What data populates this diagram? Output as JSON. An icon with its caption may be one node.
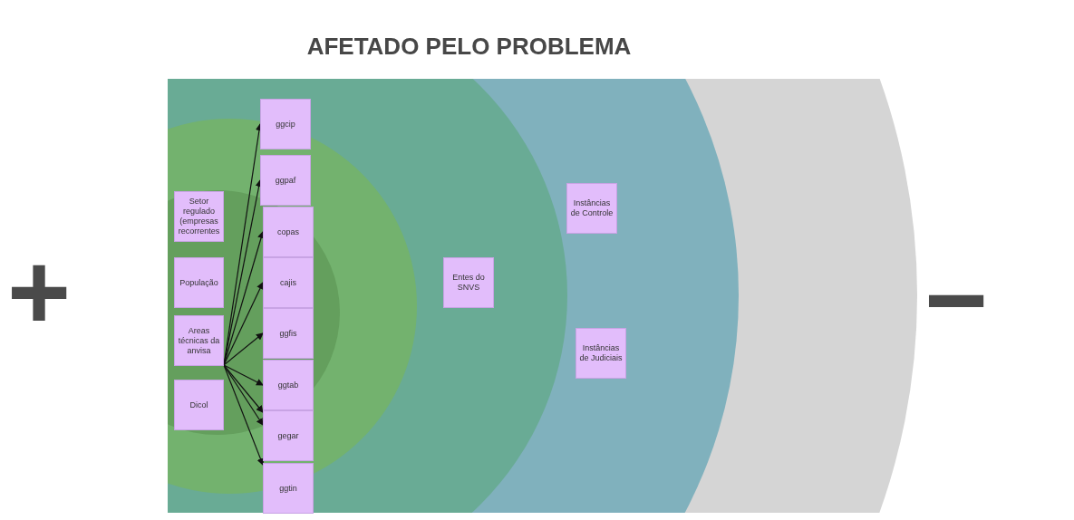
{
  "diagram": {
    "title": "AFETADO PELO PROBLEMA",
    "nodes": [
      {
        "text": [
          "Setor regulado (empresas recorrentes"
        ]
      },
      {
        "text": [
          "População"
        ]
      },
      {
        "text": [
          "Areas técnicas da anvisa"
        ]
      },
      {
        "text": [
          "Dicol"
        ]
      },
      {
        "text": [
          "ggcip"
        ]
      },
      {
        "text": [
          "ggpaf"
        ]
      },
      {
        "text": [
          "copas"
        ]
      },
      {
        "text": [
          "cajis"
        ]
      },
      {
        "text": [
          "ggfis"
        ]
      },
      {
        "text": [
          "ggtab"
        ]
      },
      {
        "text": [
          "gegar"
        ]
      },
      {
        "text": [
          "ggtin"
        ]
      },
      {
        "text": [
          "Entes do SNVS"
        ]
      },
      {
        "text": [
          "Instâncias de Controle"
        ]
      },
      {
        "text": [
          "Instâncias de Judiciais"
        ]
      }
    ],
    "edges": [
      {
        "from": 2,
        "to": 4,
        "arrow": "to"
      },
      {
        "from": 2,
        "to": 5,
        "arrow": "to"
      },
      {
        "from": 2,
        "to": 6,
        "arrow": "to"
      },
      {
        "from": 2,
        "to": 7,
        "arrow": "to"
      },
      {
        "from": 2,
        "to": 8,
        "arrow": "to"
      },
      {
        "from": 2,
        "to": 9,
        "arrow": "to"
      },
      {
        "from": 2,
        "to": 10,
        "arrow": "to"
      },
      {
        "from": 2,
        "to": 10,
        "arrow": "to"
      },
      {
        "from": 2,
        "to": 11,
        "arrow": "to"
      }
    ],
    "labels": [
      "+",
      "−"
    ]
  }
}
